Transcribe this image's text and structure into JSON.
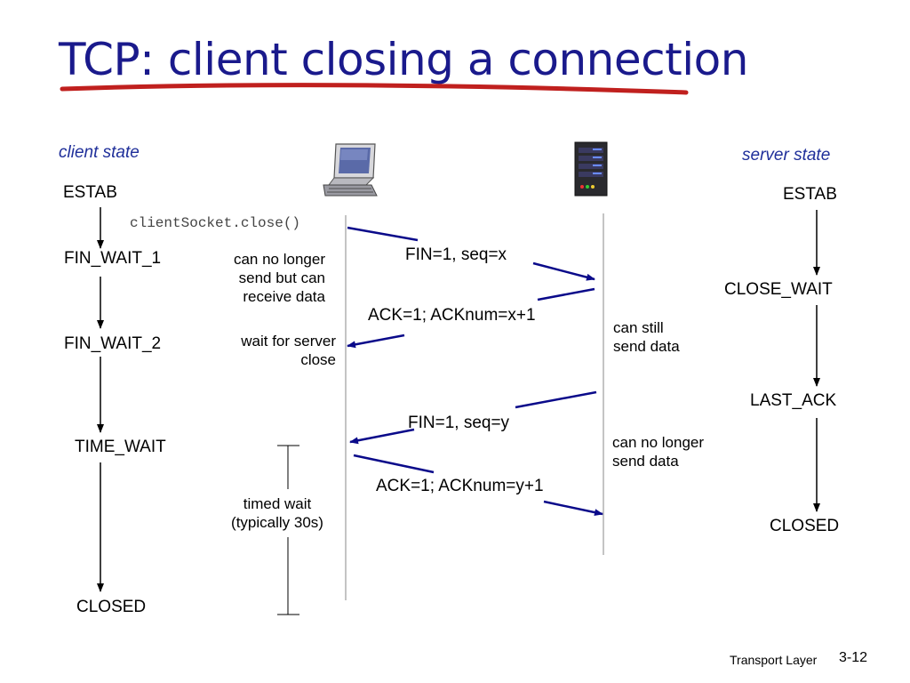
{
  "title": "TCP: client closing a connection",
  "client": {
    "heading": "client state",
    "states": [
      "ESTAB",
      "FIN_WAIT_1",
      "FIN_WAIT_2",
      "TIME_WAIT",
      "CLOSED"
    ],
    "call": "clientSocket.close()",
    "notes": {
      "fin_wait_1": [
        "can no longer",
        "send but can",
        "receive data"
      ],
      "fin_wait_2": [
        "wait for server",
        "close"
      ],
      "timed_wait": [
        "timed wait",
        "(typically 30s)"
      ]
    }
  },
  "server": {
    "heading": "server state",
    "states": [
      "ESTAB",
      "CLOSE_WAIT",
      "LAST_ACK",
      "CLOSED"
    ],
    "notes": {
      "close_wait": [
        "can still",
        "send data"
      ],
      "last_ack": [
        "can no longer",
        "send data"
      ]
    }
  },
  "messages": [
    "FIN=1, seq=x",
    "ACK=1; ACKnum=x+1",
    "FIN=1, seq=y",
    "ACK=1; ACKnum=y+1"
  ],
  "footer": {
    "label": "Transport Layer",
    "page": "3-12"
  },
  "colors": {
    "title": "#1a1a8c",
    "heading": "#1f2f9a",
    "arrow": "#0a0a8a",
    "underline": "#c0201e"
  },
  "icons": [
    "laptop-computer-icon",
    "server-tower-icon"
  ]
}
